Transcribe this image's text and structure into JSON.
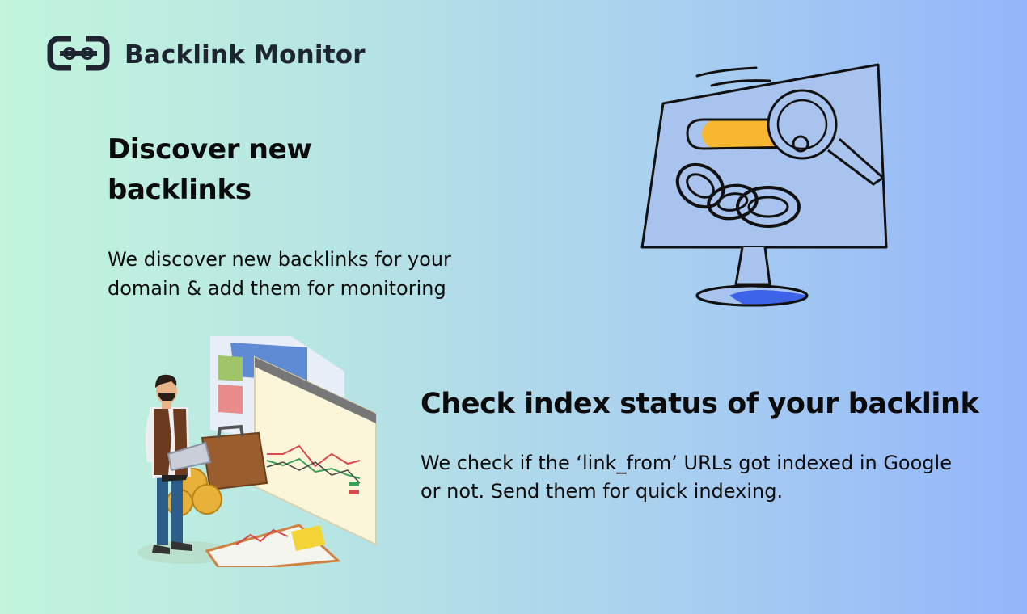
{
  "brand": {
    "name": "Backlink Monitor",
    "logo_icon": "chain-link-logo-icon",
    "color": "#1e2430"
  },
  "features": [
    {
      "title": "Discover new backlinks",
      "description": "We discover new backlinks for your domain & add them for monitoring",
      "illustration": "monitor-chain-magnifier-icon"
    },
    {
      "title": "Check index status of your backlink",
      "description": "We check if the ‘link_from’ URLs got indexed in Google or not. Send them for quick indexing.",
      "illustration": "businessman-charts-illustration"
    }
  ],
  "colors": {
    "gradient_start": "#c2f5dc",
    "gradient_end": "#93b6fb",
    "accent_yellow": "#f7b731",
    "accent_blue": "#3d63e8"
  }
}
